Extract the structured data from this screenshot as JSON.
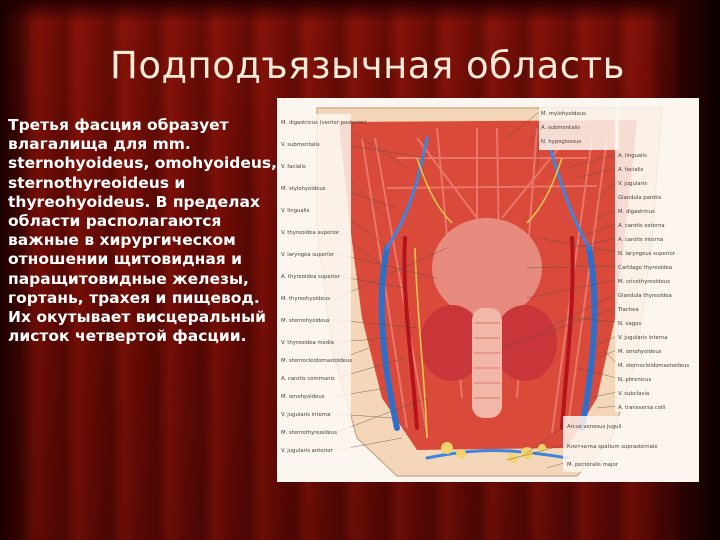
{
  "slide": {
    "title": "Подподъязычная область",
    "body_text": "Третья фасция образует влагалища для mm. sternohyoideus, omohyoideus, sternothyreoideus и thyreohyoideus. В пределах области располагаются важные в хирургическом отношении щитовидная и паращитовидные железы, гортань, трахея и пищевод. Их окутывает висцеральный листок четвертой фасции."
  },
  "figure": {
    "labels_left": [
      "M. digastricus (venter posterior)",
      "V. submentalis",
      "V. facialis",
      "M. stylohyoideus",
      "V. lingualis",
      "V. thyreoidea superior",
      "V. laryngea superior",
      "A. thyreoidea superior",
      "M. thyreohyoideus",
      "M. sternohyoideus",
      "V. thyreoidea media",
      "M. sternocleidomastoideus",
      "A. carotis communis",
      "M. omohyoideus",
      "V. jugularis interna",
      "M. sternothyreoideus",
      "V. jugularis anterior"
    ],
    "labels_right": [
      "M. mylohyoideus",
      "A. submentalis",
      "N. hypoglossus",
      "A. lingualis",
      "A. facialis",
      "V. jugularis",
      "Glandula parotis",
      "M. digastricus",
      "A. carotis externa",
      "A. carotis interna",
      "N. laryngeus superior",
      "Cartilago thyreoidea",
      "M. cricothyreoideus",
      "Glandula thyreoidea",
      "Trachea",
      "N. vagus",
      "V. jugularis interna",
      "M. omohyoideus",
      "M. sternocleidomastoideus",
      "N. phrenicus",
      "V. subclavia",
      "A. transversa colli"
    ],
    "labels_bottom": [
      "Arcus venosus juguli",
      "Клетчатка spatium suprasternale",
      "M. pectoralis major"
    ]
  },
  "colors": {
    "background": "#6a0a05",
    "title_text": "#f6e9d8",
    "body_text": "#ffffff",
    "figure_bg": "#fbf6ef"
  }
}
